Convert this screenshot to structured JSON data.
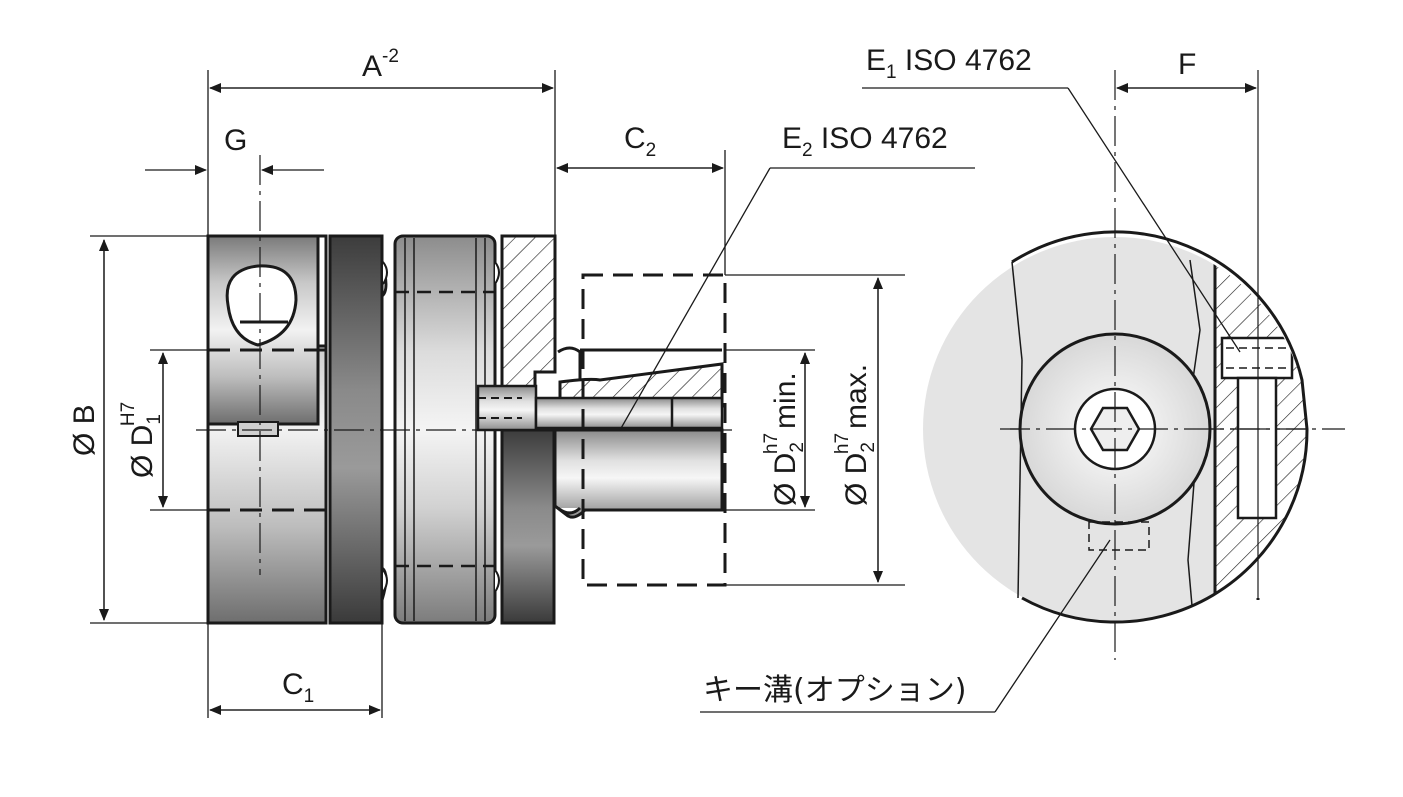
{
  "labels": {
    "A": "A",
    "A_sup": "-2",
    "G": "G",
    "C2": "C",
    "C2_sub": "2",
    "E2": "E",
    "E2_sub": "2",
    "E2_rest": " ISO 4762",
    "E1": "E",
    "E1_sub": "1",
    "E1_rest": " ISO 4762",
    "F": "F",
    "B": "Ø B",
    "D1": "Ø D",
    "D1_sub": "1",
    "D1_sup": "H7",
    "D2min": "Ø D",
    "D2min_sub": "2",
    "D2min_sup": "h7",
    "D2min_rest": "min.",
    "D2max": "Ø D",
    "D2max_sub": "2",
    "D2max_sup": "h7",
    "D2max_rest": "max.",
    "C1": "C",
    "C1_sub": "1",
    "keyway": "キー溝(オプション)"
  },
  "colors": {
    "line": "#1a1a1a",
    "hub_light": "#d8d8d8",
    "hub_mid": "#a8a8a8",
    "hub_dark": "#6a6a6a",
    "face": "#e6e6e6"
  }
}
